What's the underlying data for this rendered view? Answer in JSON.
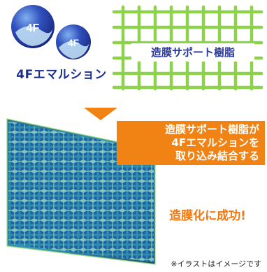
{
  "emulsion": {
    "label": "4Fエマルション",
    "ball_large_text": "4F",
    "ball_small_text": "4F"
  },
  "resin": {
    "label": "造膜サポート樹脂"
  },
  "callout": {
    "line1": "造膜サポート樹脂が",
    "line2": "4Fエマルションを",
    "line3": "取り込み結合する"
  },
  "result": {
    "text": "造膜化に成功!"
  },
  "note": {
    "text": "※イラストはイメージです"
  },
  "colors": {
    "mesh_green": "#8cd24a",
    "ball_blue": "#2a40a8",
    "ball_light": "#c8e6f8",
    "callout_orange": "#f08313",
    "result_orange": "#f0780f",
    "label_navy": "#1d2f8e"
  }
}
